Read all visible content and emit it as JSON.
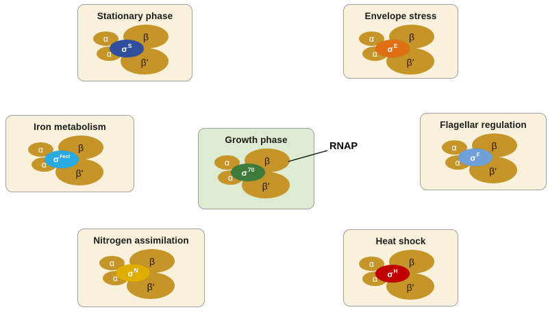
{
  "colors": {
    "rnap": "#C6952A",
    "box_bg": "#FAF1DC",
    "box_border": "#9F9F9F",
    "center_bg": "#DCEBD1",
    "title_text": "#1A1A1A",
    "sigma_text": "#FFFFFF"
  },
  "subunits": {
    "alpha": "α",
    "beta": "β",
    "beta_prime": "β′"
  },
  "annotation": {
    "label": "RNAP"
  },
  "boxes": [
    {
      "title": "Stationary phase",
      "sigma": "σ",
      "sigma_sup": "S",
      "sigma_color": "#2F4E9B"
    },
    {
      "title": "Envelope stress",
      "sigma": "σ",
      "sigma_sup": "E",
      "sigma_color": "#E06F14"
    },
    {
      "title": "Iron metabolism",
      "sigma": "σ",
      "sigma_sup": "FecI",
      "sigma_color": "#29ABE2"
    },
    {
      "title": "Growth phase",
      "sigma": "σ",
      "sigma_sup": "70",
      "sigma_color": "#3F7C3C"
    },
    {
      "title": "Flagellar regulation",
      "sigma": "σ",
      "sigma_sup": "F",
      "sigma_color": "#6FA0D8"
    },
    {
      "title": "Nitrogen assimilation",
      "sigma": "σ",
      "sigma_sup": "N",
      "sigma_color": "#E0AE00"
    },
    {
      "title": "Heat shock",
      "sigma": "σ",
      "sigma_sup": "H",
      "sigma_color": "#C00000"
    }
  ]
}
